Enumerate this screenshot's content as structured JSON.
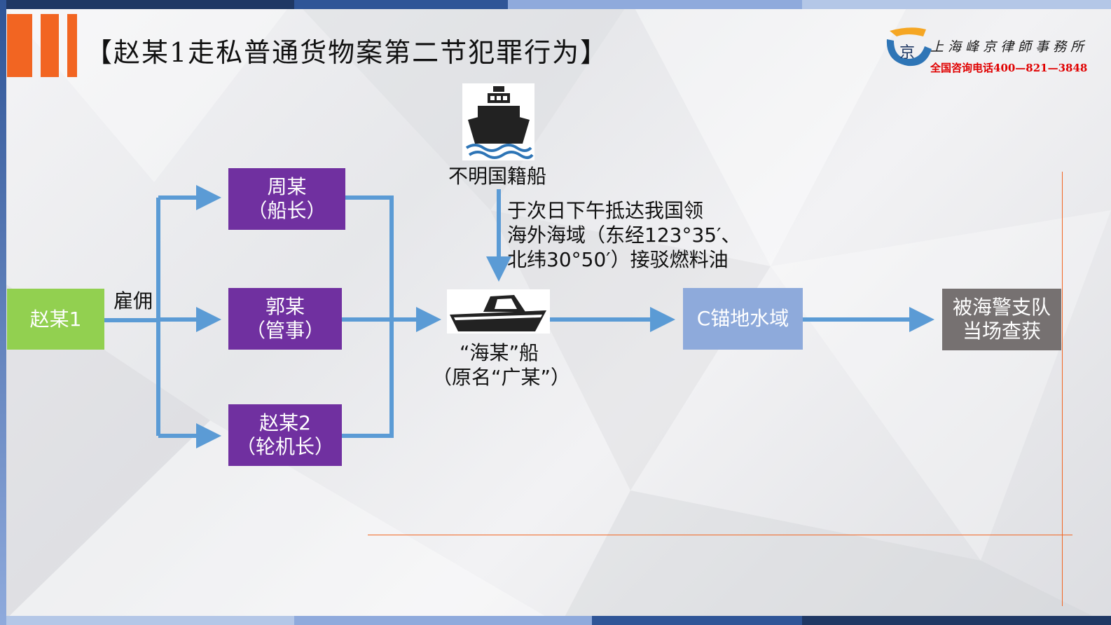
{
  "title": "【赵某1走私普通货物案第二节犯罪行为】",
  "logo": {
    "name": "上海峰京律師事務所",
    "phone": "全国咨询电话400—821—3848",
    "mark_text": "京"
  },
  "nodes": {
    "zhao1": "赵某1",
    "hire_label": "雇佣",
    "zhou": [
      "周某",
      "（船长）"
    ],
    "guo": [
      "郭某",
      "（管事）"
    ],
    "zhao2": [
      "赵某2",
      "（轮机长）"
    ],
    "unknown_ship": "不明国籍船",
    "transfer_note": [
      "于次日下午抵达我国领",
      "海外海域（东经123°35′、",
      "北纬30°50′）接驳燃料油"
    ],
    "hai_ship": [
      "“海某”船",
      "（原名“广某”）"
    ],
    "anchorage": "C锚地水域",
    "seized": [
      "被海警支队",
      "当场查获"
    ]
  },
  "colors": {
    "accent_orange": "#f26522",
    "arrow_blue": "#5b9bd5",
    "purple": "#7030a0",
    "green": "#92d050",
    "light_blue": "#8eaadb",
    "gray": "#767171"
  }
}
